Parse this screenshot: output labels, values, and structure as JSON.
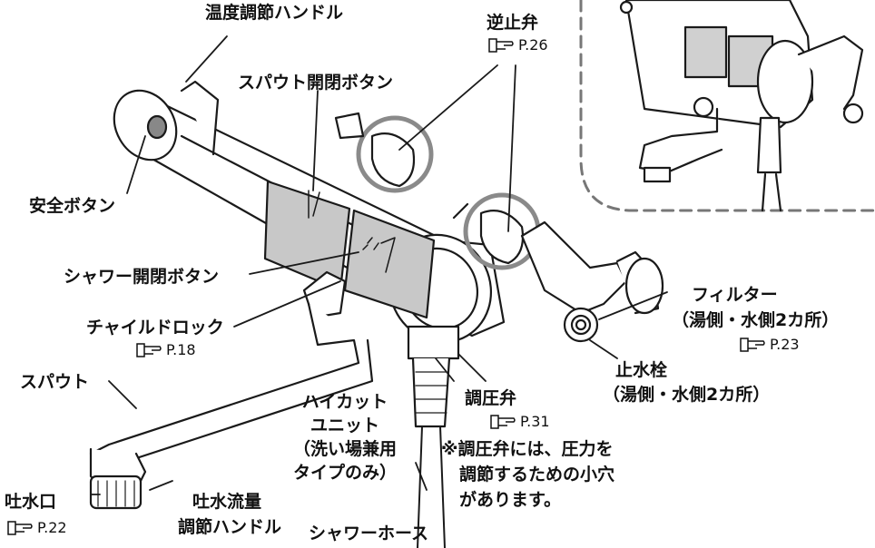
{
  "labels": {
    "temp_handle": "温度調節ハンドル",
    "check_valve": "逆止弁",
    "check_valve_ref": "P.26",
    "spout_button": "スパウト開閉ボタン",
    "safety_button": "安全ボタン",
    "shower_button": "シャワー開閉ボタン",
    "child_lock": "チャイルドロック",
    "child_lock_ref": "P.18",
    "spout": "スパウト",
    "high_cut_1": "ハイカット",
    "high_cut_2": "ユニット",
    "high_cut_3": "（洗い場兼用",
    "high_cut_4": "タイプのみ）",
    "pressure_valve": "調圧弁",
    "pressure_valve_ref": "P.31",
    "pressure_note_1": "※調圧弁には、圧力を",
    "pressure_note_2": "調節するための小穴",
    "pressure_note_3": "があります。",
    "filter": "フィルター",
    "filter_sub": "（湯側・水側2カ所）",
    "filter_ref": "P.23",
    "stop_valve": "止水栓",
    "stop_valve_sub": "（湯側・水側2カ所）",
    "outlet": "吐水口",
    "outlet_ref": "P.22",
    "flow_handle_1": "吐水流量",
    "flow_handle_2": "調節ハンドル",
    "shower_hose": "シャワーホース"
  },
  "icons": {
    "reference": "pointing-hand-icon"
  },
  "colors": {
    "outline": "#1a1a1a",
    "panel_fill": "#c8c8c8",
    "highlight_ring": "#8a8a8a",
    "inset_border": "#777777"
  }
}
